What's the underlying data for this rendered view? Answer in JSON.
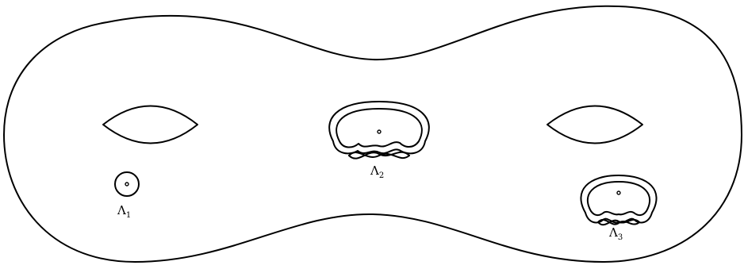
{
  "diagram": {
    "labels": [
      {
        "symbol": "Λ",
        "subscript": "1"
      },
      {
        "symbol": "Λ",
        "subscript": "2"
      },
      {
        "symbol": "Λ",
        "subscript": "3"
      }
    ],
    "colors": {
      "stroke": "#000000",
      "background": "#ffffff"
    }
  }
}
